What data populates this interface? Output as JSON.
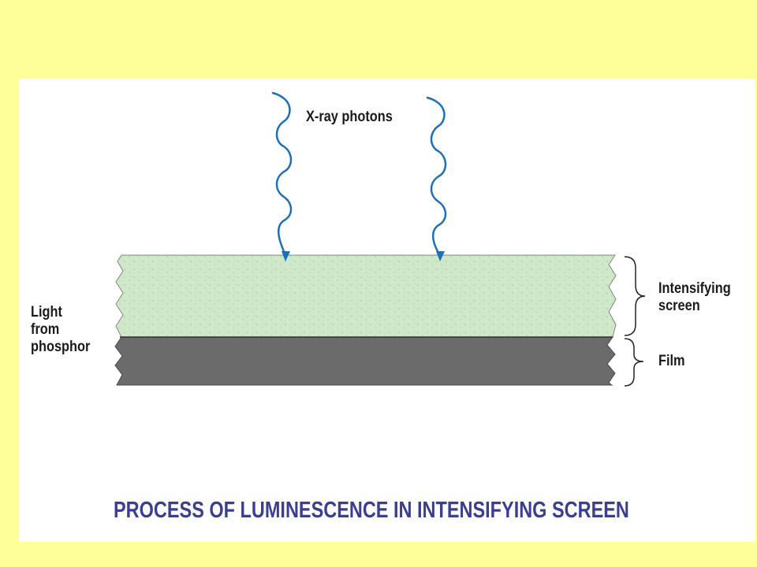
{
  "diagram": {
    "photons_label": "X-ray photons",
    "light_label": [
      "Light",
      "from",
      "phosphor"
    ],
    "screen_label": [
      "Intensifying",
      "screen"
    ],
    "film_label": "Film",
    "caption": "PROCESS OF LUMINESCENCE IN INTENSIFYING SCREEN"
  },
  "colors": {
    "background": "#ffff99",
    "panel": "#ffffff",
    "screen_fill": "#cfe8c9",
    "film_fill": "#6b6b6b",
    "photon_arrow": "#1d6fb8",
    "caption": "#3a3f8f"
  }
}
